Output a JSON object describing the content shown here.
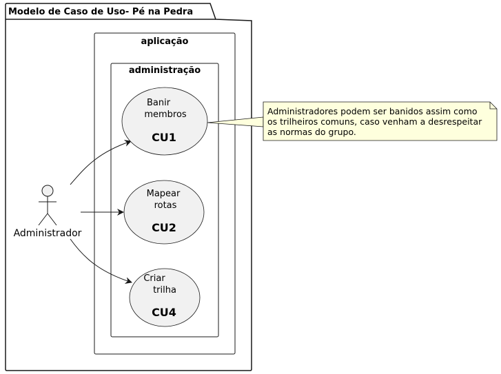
{
  "package": {
    "title": "Modelo de Caso de Uso- Pé na Pedra"
  },
  "outer_boundary": {
    "label": "aplicação"
  },
  "inner_boundary": {
    "label": "administração"
  },
  "actor": {
    "label": "Administrador"
  },
  "use_cases": [
    {
      "id": "CU1",
      "line1": "Banir",
      "line2": "membros",
      "code": "CU1"
    },
    {
      "id": "CU2",
      "line1": "Mapear",
      "line2": "rotas",
      "code": "CU2"
    },
    {
      "id": "CU4",
      "line1": "Criar",
      "line2": "trilha",
      "code": "CU4"
    }
  ],
  "note": {
    "lines": [
      "Administradores podem ser banidos assim como",
      "os trilheiros comuns, caso venham a desrespeitar",
      "as normas do grupo."
    ]
  },
  "colors": {
    "usecase_fill": "#F1F1F1",
    "note_fill": "#FEFFDD",
    "stroke": "#181818"
  }
}
